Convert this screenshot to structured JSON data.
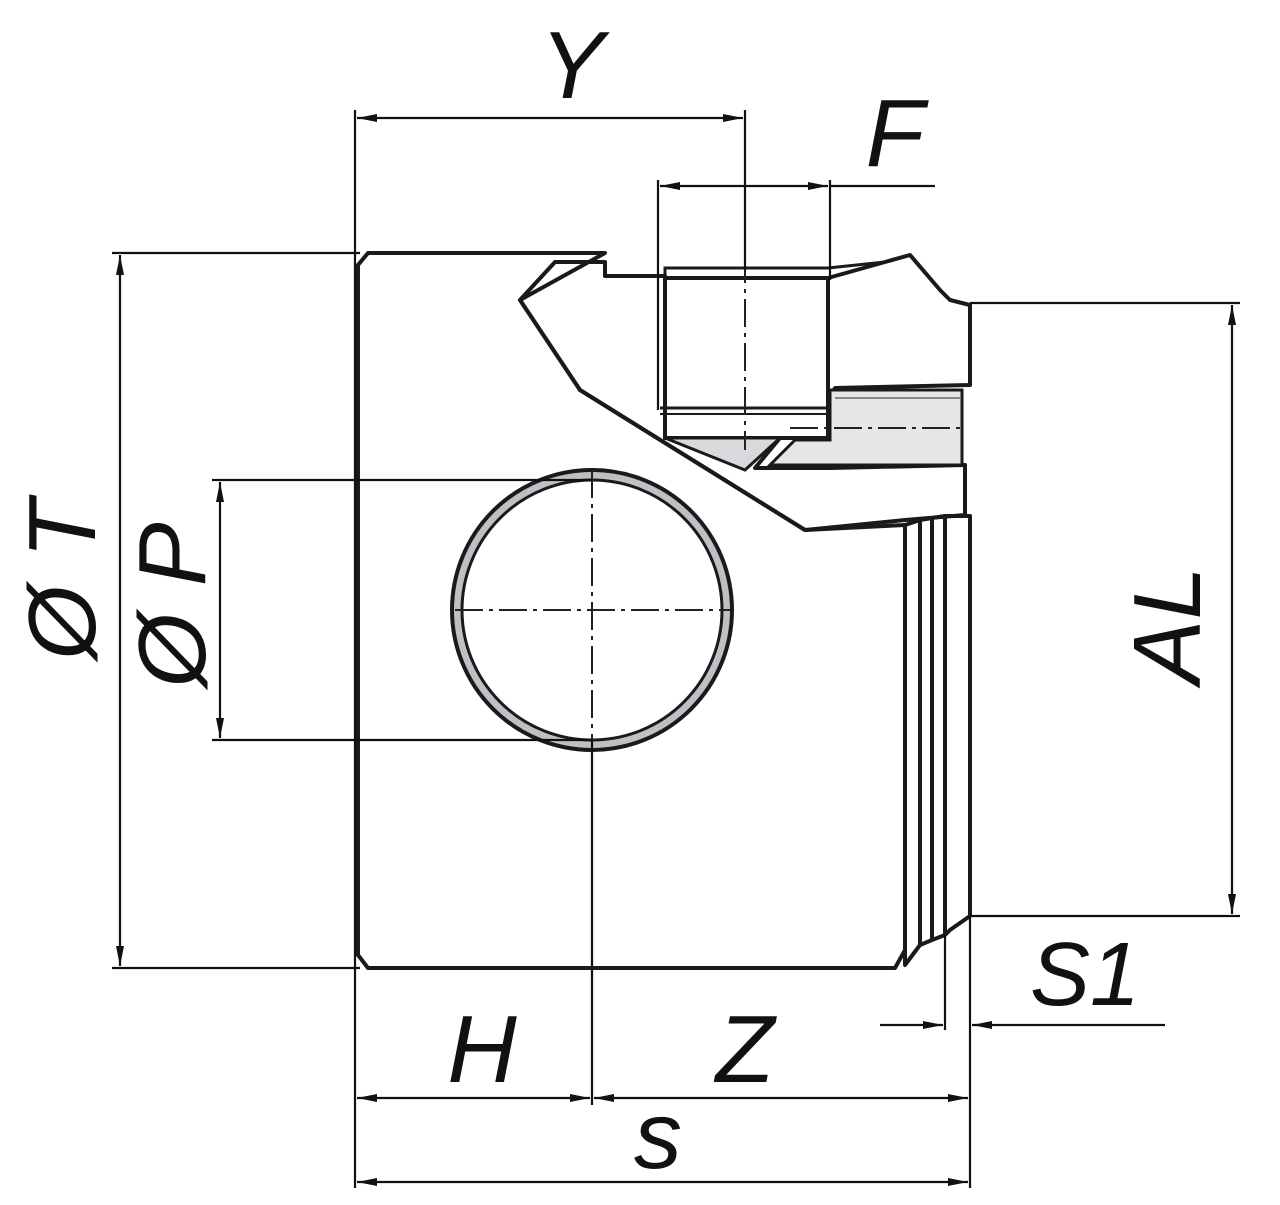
{
  "diagram": {
    "labels": {
      "Y": "Y",
      "F": "F",
      "T": "Ø T",
      "P": "Ø P",
      "AL": "AL",
      "S1": "S1",
      "H": "H",
      "Z": "Z",
      "s": "s"
    }
  }
}
